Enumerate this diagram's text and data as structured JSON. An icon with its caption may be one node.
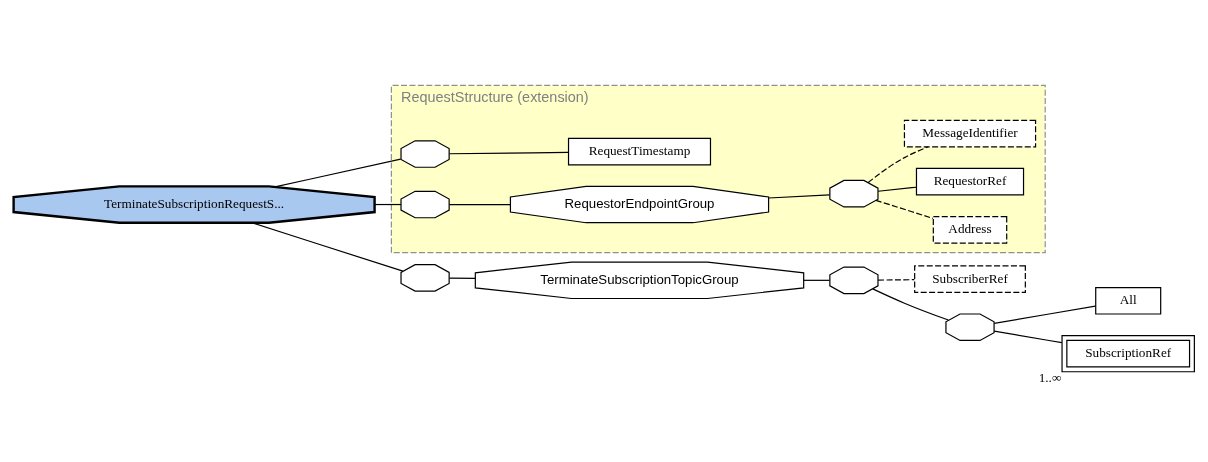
{
  "diagram": {
    "nodes": [
      {
        "text": [
          "TerminateSubscriptionRequestS..."
        ]
      },
      {
        "text": [
          "RequestStructure (extension)"
        ]
      },
      {
        "text": [],
        "shape": "octagon",
        "in": 1
      },
      {
        "text": [
          "RequestTimestamp"
        ],
        "in": 1
      },
      {
        "text": [],
        "shape": "octagon",
        "in": 1
      },
      {
        "text": [
          "RequestorEndpointGroup"
        ],
        "in": 1
      },
      {
        "text": [],
        "shape": "octagon",
        "in": 1
      },
      {
        "text": [
          "Address"
        ],
        "in": 1
      },
      {
        "text": [
          "RequestorRef"
        ],
        "in": 1
      },
      {
        "text": [
          "MessageIdentifier"
        ],
        "in": 1
      },
      {
        "text": [],
        "shape": "octagon"
      },
      {
        "text": [
          "TerminateSubscriptionTopicGroup"
        ]
      },
      {
        "text": [],
        "shape": "octagon"
      },
      {
        "text": [
          "SubscriberRef"
        ]
      },
      {
        "text": [],
        "shape": "octagon"
      },
      {
        "text": [
          "All"
        ]
      },
      {
        "text": [
          "SubscriptionRef"
        ],
        "beside": [
          "1..∞"
        ]
      }
    ],
    "edges": [
      {
        "from": 0,
        "to": 2,
        "arrow": "none"
      },
      {
        "from": 0,
        "to": 4,
        "arrow": "none"
      },
      {
        "from": 0,
        "to": 10,
        "arrow": "none"
      },
      {
        "from": 2,
        "to": 3,
        "arrow": "none"
      },
      {
        "from": 4,
        "to": 5,
        "arrow": "none"
      },
      {
        "from": 5,
        "to": 6,
        "arrow": "none"
      },
      {
        "from": 6,
        "to": 7,
        "arrow": "none",
        "style": "dashed"
      },
      {
        "from": 6,
        "to": 8,
        "arrow": "none"
      },
      {
        "from": 6,
        "to": 9,
        "arrow": "none",
        "style": "dashed"
      },
      {
        "from": 10,
        "to": 11,
        "arrow": "none"
      },
      {
        "from": 11,
        "to": 12,
        "arrow": "none"
      },
      {
        "from": 12,
        "to": 13,
        "arrow": "none",
        "style": "dashed"
      },
      {
        "from": 12,
        "to": 14,
        "arrow": "none"
      },
      {
        "from": 14,
        "to": 15,
        "arrow": "none"
      },
      {
        "from": 14,
        "to": 16,
        "arrow": "none"
      }
    ]
  }
}
